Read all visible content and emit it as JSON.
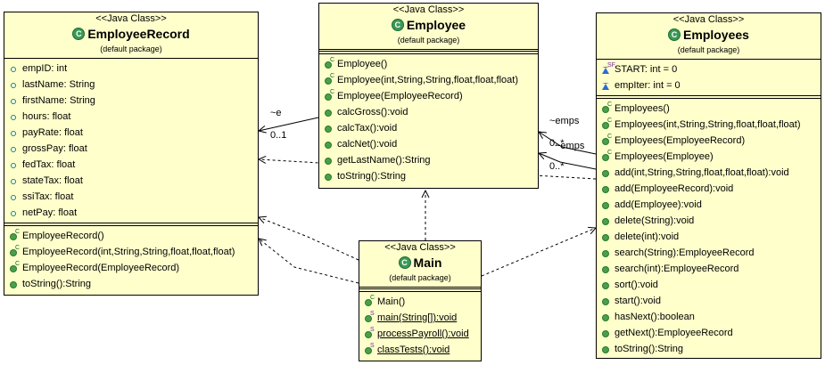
{
  "classes": {
    "employee_record": {
      "stereotype": "<<Java Class>>",
      "name": "EmployeeRecord",
      "package": "(default package)",
      "attributes": [
        "empID: int",
        "lastName: String",
        "firstName: String",
        "hours: float",
        "payRate: float",
        "grossPay: float",
        "fedTax: float",
        "stateTax: float",
        "ssiTax: float",
        "netPay: float"
      ],
      "operations": [
        "EmployeeRecord()",
        "EmployeeRecord(int,String,String,float,float,float)",
        "EmployeeRecord(EmployeeRecord)",
        "toString():String"
      ]
    },
    "employee": {
      "stereotype": "<<Java Class>>",
      "name": "Employee",
      "package": "(default package)",
      "operations": [
        "Employee()",
        "Employee(int,String,String,float,float,float)",
        "Employee(EmployeeRecord)",
        "calcGross():void",
        "calcTax():void",
        "calcNet():void",
        "getLastName():String",
        "toString():String"
      ]
    },
    "employees": {
      "stereotype": "<<Java Class>>",
      "name": "Employees",
      "package": "(default package)",
      "attributes": [
        "START: int = 0",
        "empIter: int = 0"
      ],
      "operations": [
        "Employees()",
        "Employees(int,String,String,float,float,float)",
        "Employees(EmployeeRecord)",
        "Employees(Employee)",
        "add(int,String,String,float,float,float):void",
        "add(EmployeeRecord):void",
        "add(Employee):void",
        "delete(String):void",
        "delete(int):void",
        "search(String):EmployeeRecord",
        "search(int):EmployeeRecord",
        "sort():void",
        "start():void",
        "hasNext():boolean",
        "getNext():EmployeeRecord",
        "toString():String"
      ]
    },
    "main": {
      "stereotype": "<<Java Class>>",
      "name": "Main",
      "package": "(default package)",
      "operations": [
        "Main()",
        "main(String[]):void",
        "processPayroll():void",
        "classTests():void"
      ]
    }
  },
  "associations": {
    "employee_to_record": {
      "role": "~e",
      "multiplicity": "0..1"
    },
    "employees_to_employee_1": {
      "role": "~emps",
      "multiplicity": "0..*"
    },
    "employees_to_employee_2": {
      "role": "~emps",
      "multiplicity": "0..*"
    }
  },
  "icon_names": {
    "class": "class-c-icon",
    "method": "public-method-icon",
    "field": "field-icon",
    "constructor_flag": "C",
    "static_flag": "S"
  }
}
